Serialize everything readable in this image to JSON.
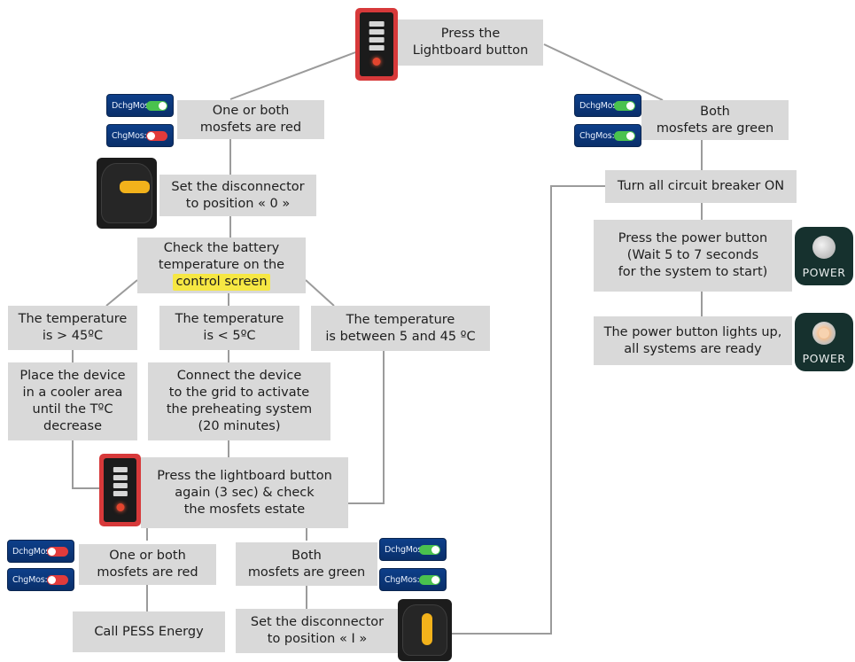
{
  "boxes": {
    "press_lightboard": [
      "Press the",
      "Lightboard button"
    ],
    "one_or_both_red_top": [
      "One or both",
      "mosfets are red"
    ],
    "both_green_top": [
      "Both",
      "mosfets are green"
    ],
    "set_disconnector_0": [
      "Set the disconnector",
      "to position « 0 »"
    ],
    "check_temperature": [
      "Check the battery",
      "temperature on the",
      "control screen"
    ],
    "temp_over_45": [
      "The temperature",
      "is > 45ºC"
    ],
    "temp_under_5": [
      "The temperature",
      "is < 5ºC"
    ],
    "temp_between": [
      "The temperature",
      "is between 5 and 45 ºC"
    ],
    "place_cooler": [
      "Place the device",
      "in a cooler area",
      "until the TºC",
      "decrease"
    ],
    "connect_grid": [
      "Connect the device",
      "to the grid to activate",
      "the preheating system",
      "(20 minutes)"
    ],
    "press_again": [
      "Press the lightboard button",
      "again (3 sec) & check",
      "the mosfets estate"
    ],
    "one_or_both_red_bottom": [
      "One or both",
      "mosfets are red"
    ],
    "both_green_bottom": [
      "Both",
      "mosfets are green"
    ],
    "call_pess": [
      "Call PESS Energy"
    ],
    "set_disconnector_1": [
      "Set the disconnector",
      "to position « I »"
    ],
    "turn_breaker_on": [
      "Turn all circuit breaker ON"
    ],
    "press_power": [
      "Press the power button",
      "(Wait 5 to 7 seconds",
      "for the system to start)"
    ],
    "power_lights_up": [
      "The power button lights up,",
      "all systems are ready"
    ]
  },
  "badges": {
    "dchg_label": "DchgMos:",
    "chg_label": "ChgMos:"
  },
  "power_label": "POWER",
  "colors": {
    "box": "#d9d9d9",
    "connector": "#9b9b9b",
    "highlight": "#f6e743",
    "mosfet_on": "#4ac24e",
    "mosfet_off": "#e23b3b",
    "lightboard": "#d7393a"
  }
}
